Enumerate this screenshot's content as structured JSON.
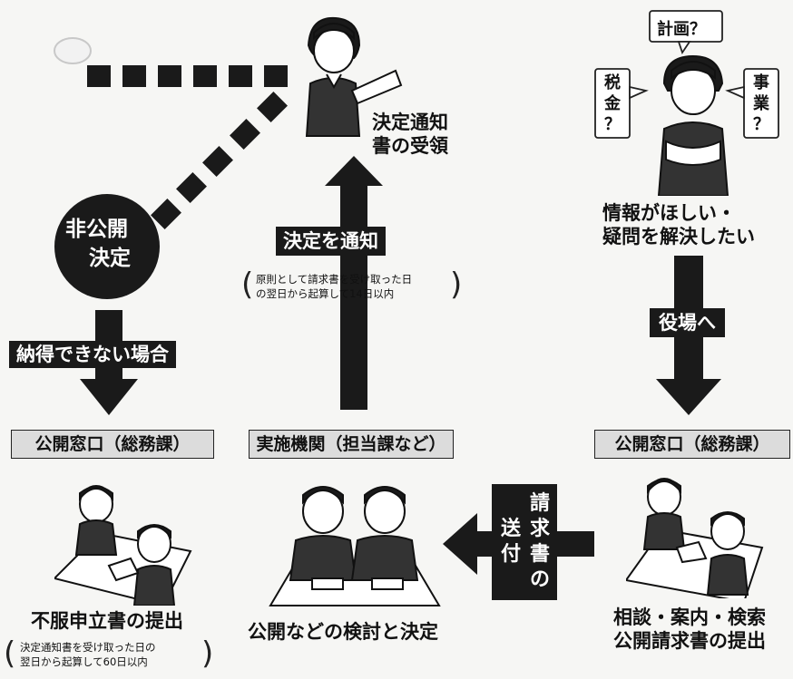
{
  "center": {
    "received_label_line1": "決定通知",
    "received_label_line2": "書の受領",
    "notify_label": "決定を通知",
    "notify_note_line1": "原則として請求書を受け取った日",
    "notify_note_line2": "の翌日から起算して14日以内",
    "agency_box": "実施機関（担当課など）",
    "review_label": "公開などの検討と決定"
  },
  "left": {
    "nondisclosure_line1": "非公開",
    "nondisclosure_line2": "決定",
    "unsatisfied_label": "納得できない場合",
    "window_box": "公開窓口（総務課）",
    "objection_label": "不服申立書の提出",
    "objection_note_line1": "決定通知書を受け取った日の",
    "objection_note_line2": "翌日から起算して60日以内"
  },
  "right": {
    "bubble_plan": "計画？",
    "bubble_tax": [
      "税",
      "金",
      "？"
    ],
    "bubble_project": [
      "事",
      "業",
      "？"
    ],
    "wish_line1": "情報がほしい・",
    "wish_line2": "疑問を解決したい",
    "office_label": "役場へ",
    "window_box": "公開窓口（総務課）",
    "consult_line1": "相談・案内・検索",
    "consult_line2": "公開請求書の提出"
  },
  "send_label": [
    "請",
    "求",
    "書",
    "の",
    "送",
    "付"
  ]
}
